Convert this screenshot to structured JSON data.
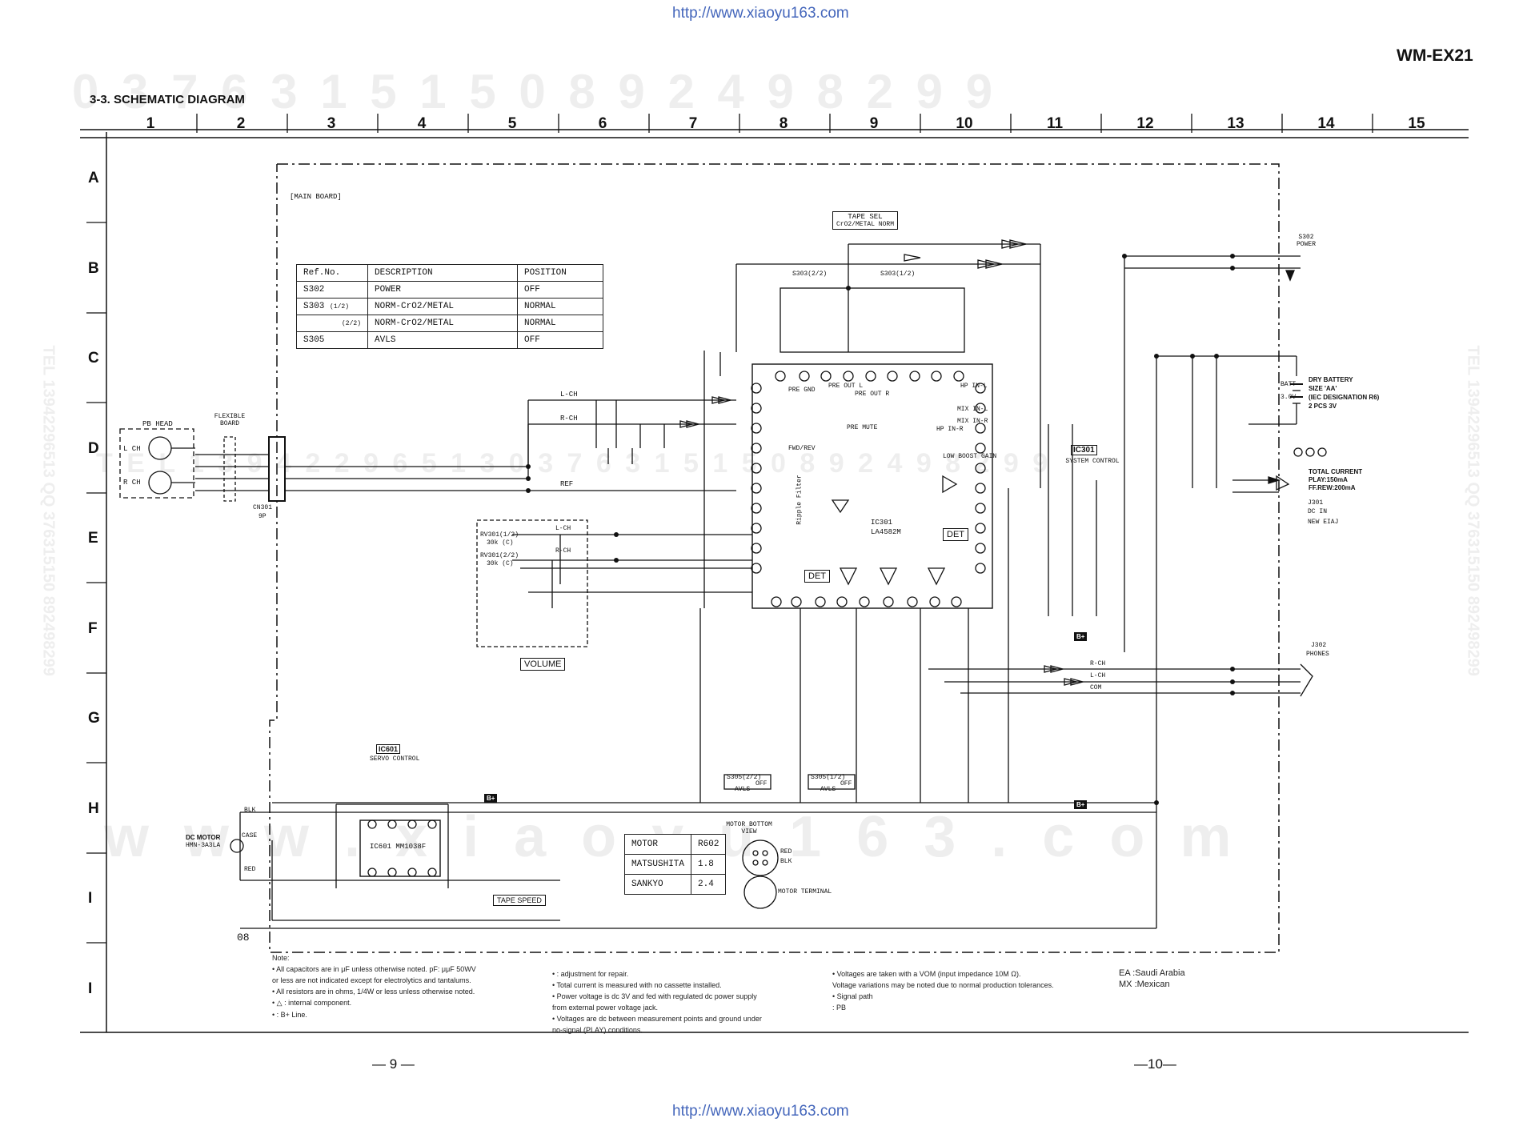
{
  "header": {
    "url": "http://www.xiaoyu163.com",
    "model": "WM-EX21",
    "title": "3-3. SCHEMATIC DIAGRAM"
  },
  "grid": {
    "columns": [
      "1",
      "2",
      "3",
      "4",
      "5",
      "6",
      "7",
      "8",
      "9",
      "10",
      "11",
      "12",
      "13",
      "14",
      "15"
    ],
    "rows": [
      "A",
      "B",
      "C",
      "D",
      "E",
      "F",
      "G",
      "H",
      "I",
      "I"
    ]
  },
  "watermarks": {
    "top_digits": "0 3 7 6 3 1 5 1 5 0   8 9 2 4 9 8 2 9 9",
    "mid_tel": "T E L   1 3 9 4 2 2 9 6 5 1 3   0 3 7 6 3 1 5 1 5 0   8 9 2 4 9 8 2 9 9",
    "side_left": "TEL 13942296513  QQ 376315150  892498299",
    "side_right": "TEL 13942296513  QQ 376315150  892498299",
    "bottom": "w w w . x i a o y u 1 6 3 . c o m"
  },
  "main_board": "[MAIN BOARD]",
  "ref_table": {
    "headers": [
      "Ref.No.",
      "DESCRIPTION",
      "POSITION"
    ],
    "rows": [
      {
        "ref": "S302",
        "sub": "",
        "desc": "POWER",
        "pos": "OFF"
      },
      {
        "ref": "S303",
        "sub": "(1/2)",
        "desc": "NORM-CrO2/METAL",
        "pos": "NORMAL"
      },
      {
        "ref": "",
        "sub": "(2/2)",
        "desc": "NORM-CrO2/METAL",
        "pos": "NORMAL"
      },
      {
        "ref": "S305",
        "sub": "",
        "desc": "AVLS",
        "pos": "OFF"
      }
    ]
  },
  "labels": {
    "tape_sel": "TAPE SEL",
    "tape_sel_sub": "CrO2/METAL NORM",
    "pb_head": "PB HEAD",
    "flexible_board": "FLEXIBLE BOARD",
    "lch": "L CH",
    "rch": "R CH",
    "cn301": "CN301",
    "cn301_sub": "9P",
    "l_ch_line": "L-CH",
    "r_ch_line": "R-CH",
    "ref_line": "REF",
    "ic301": "IC301",
    "ic301_part": "LA4582M",
    "system_control": "SYSTEM CONTROL",
    "volume": "VOLUME",
    "rv301_1": "RV301(1/2)",
    "rv301_1v": "30k (C)",
    "rv301_2": "RV301(2/2)",
    "rv301_2v": "30k (C)",
    "s302_power": "S302 POWER",
    "batt": "BATT",
    "batt_v": "3.0V",
    "dry_battery": "DRY BATTERY",
    "battery_size": "SIZE 'AA'",
    "battery_iec": "(IEC DESIGNATION R6)",
    "battery_pcs": "2 PCS 3V",
    "total_current": "TOTAL CURRENT",
    "play_current": "PLAY:150mA",
    "ffrew_current": "FF.REW:200mA",
    "j301": "J301",
    "dc_in": "DC IN",
    "new_eiaj": "NEW EIAJ",
    "j302": "J302",
    "phones": "PHONES",
    "com": "COM",
    "ic601": "IC601",
    "servo_control": "SERVO CONTROL",
    "ic601_part": "IC601 MM1038F",
    "dc_motor": "DC MOTOR",
    "dc_motor_part": "HMN-3A3LA",
    "blk": "BLK",
    "case": "CASE",
    "red": "RED",
    "tape_speed": "TAPE SPEED",
    "motor_bottom_view": "MOTOR BOTTOM VIEW",
    "motor_terminal": "MOTOR TERMINAL",
    "red_wire": "RED",
    "blk_wire": "BLK",
    "s305_2": "S305(2/2)",
    "s305_1": "S305(1/2)",
    "avls": "AVLS",
    "off": "OFF",
    "s303_2": "S303(2/2)",
    "s303_1": "S303(1/2)",
    "pre_gnd": "PRE GND",
    "pre_out_l": "PRE OUT L",
    "pre_out_r": "PRE OUT R",
    "pre_mute": "PRE MUTE",
    "fwd_rev": "FWD/REV",
    "ripple_filter": "Ripple Filter",
    "low_boost_gain": "LOW BOOST GAIN",
    "mix_in_l": "MIX IN-L",
    "mix_in_r": "MIX IN-R",
    "hp_in_l": "HP IN-L",
    "hp_in_r": "HP IN-R",
    "det": "DET",
    "bplus": "B+",
    "code08": "08"
  },
  "motor_table": {
    "headers": [
      "MOTOR",
      "R602"
    ],
    "rows": [
      [
        "MATSUSHITA",
        "1.8"
      ],
      [
        "SANKYO",
        "2.4"
      ]
    ]
  },
  "notes": {
    "heading": "Note:",
    "col1": [
      "• All capacitors are in μF unless otherwise noted. pF: μμF 50WV",
      "  or less are not indicated except for electrolytics and tantalums.",
      "• All resistors are in ohms, 1/4W or less unless otherwise noted.",
      "•  △ : internal component.",
      "•  : B+ Line."
    ],
    "col2": [
      "•  : adjustment for repair.",
      "• Total current is measured with no cassette installed.",
      "• Power voltage is dc 3V and fed with regulated dc power supply",
      "  from external power voltage jack.",
      "• Voltages are dc between measurement points and ground under",
      "  no-signal (PLAY) conditions."
    ],
    "col3": [
      "• Voltages are taken with a VOM (input impedance 10M Ω).",
      "  Voltage variations may be noted due to normal production tolerances.",
      "• Signal path",
      "  : PB"
    ],
    "regions": [
      {
        "code": "EA",
        "name": ":Saudi Arabia"
      },
      {
        "code": "MX",
        "name": ":Mexican"
      }
    ]
  },
  "pages": {
    "left": "— 9 —",
    "right": "—10—"
  },
  "footer_url": "http://www.xiaoyu163.com",
  "colors": {
    "line": "#111111",
    "watermark": "#eeeeee",
    "url": "#4466bb"
  }
}
